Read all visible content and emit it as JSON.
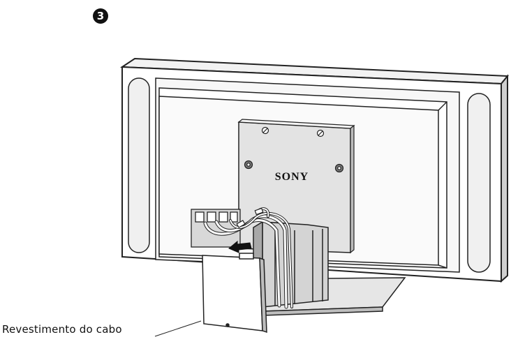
{
  "step": {
    "number": "3"
  },
  "tv": {
    "brand": "SONY"
  },
  "callouts": {
    "cable_cover": "Revestimento do cabo"
  }
}
